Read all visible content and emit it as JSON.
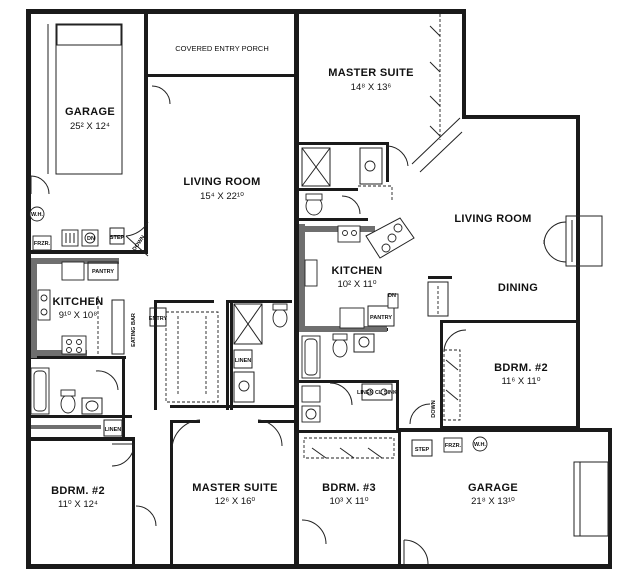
{
  "rooms": {
    "garage_left": {
      "name": "GARAGE",
      "dims": "25² X 12⁴"
    },
    "covered_porch": {
      "name": "COVERED ENTRY PORCH"
    },
    "living_left": {
      "name": "LIVING ROOM",
      "dims": "15⁴ X 22¹⁰"
    },
    "kitchen_left": {
      "name": "KITCHEN",
      "dims": "9¹⁰ X 10⁸"
    },
    "bdrm2_left": {
      "name": "BDRM. #2",
      "dims": "11⁰ X 12⁴"
    },
    "master_left": {
      "name": "MASTER SUITE",
      "dims": "12⁶ X 16⁰"
    },
    "master_right": {
      "name": "MASTER SUITE",
      "dims": "14⁸ X 13⁶"
    },
    "living_right": {
      "name": "LIVING ROOM"
    },
    "dining_right": {
      "name": "DINING"
    },
    "kitchen_right": {
      "name": "KITCHEN",
      "dims": "10² X 11⁰"
    },
    "bdrm2_right": {
      "name": "BDRM. #2",
      "dims": "11⁶ X 11⁰"
    },
    "bdrm3_right": {
      "name": "BDRM. #3",
      "dims": "10³ X 11⁰"
    },
    "garage_right": {
      "name": "GARAGE",
      "dims": "21⁸ X 13¹⁰"
    }
  },
  "small_labels": {
    "pantry": "PANTRY",
    "linen": "LINEN",
    "entry": "ENTRY",
    "step": "STEP",
    "frzr": "FRZR.",
    "wh": "W.H.",
    "dn": "DN",
    "eating_bar": "EATING BAR",
    "down": "DOWN",
    "linen_cl_sink": "LINEN CL SINK"
  }
}
